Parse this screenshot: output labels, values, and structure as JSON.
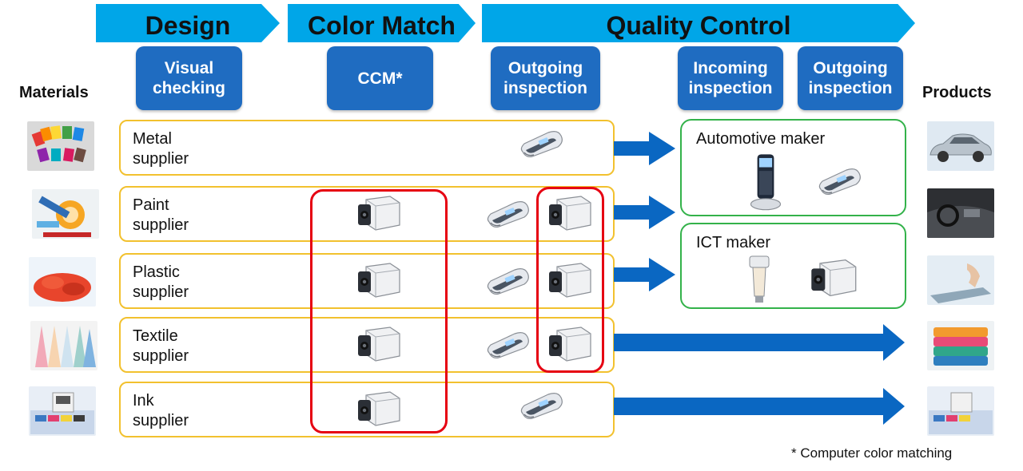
{
  "stages": {
    "design": "Design",
    "color_match": "Color Match",
    "quality_control": "Quality Control"
  },
  "stage_boxes": {
    "visual_checking": "Visual checking",
    "ccm": "CCM*",
    "outgoing_inspection_1": "Outgoing inspection",
    "incoming_inspection": "Incoming inspection",
    "outgoing_inspection_2": "Outgoing inspection"
  },
  "headers": {
    "materials": "Materials",
    "products": "Products"
  },
  "suppliers": [
    {
      "line1": "Metal",
      "line2": "supplier"
    },
    {
      "line1": "Paint",
      "line2": "supplier"
    },
    {
      "line1": "Plastic",
      "line2": "supplier"
    },
    {
      "line1": "Textile",
      "line2": "supplier"
    },
    {
      "line1": "Ink",
      "line2": "supplier"
    }
  ],
  "makers": {
    "automotive": "Automotive maker",
    "ict": "ICT maker"
  },
  "footnote": "* Computer color matching",
  "colors": {
    "chevron": "#00a6e8",
    "stage_box": "#1f6cc1",
    "arrow": "#0a67c2",
    "supplier_border": "#f2c12e",
    "maker_border": "#33b24a",
    "highlight": "#e60012"
  },
  "icons": {
    "portable": "portable-spectrophotometer-icon",
    "benchtop": "benchtop-spectrophotometer-icon",
    "handheld": "handheld-colorimeter-icon",
    "gun": "gun-spectrophotometer-icon"
  }
}
